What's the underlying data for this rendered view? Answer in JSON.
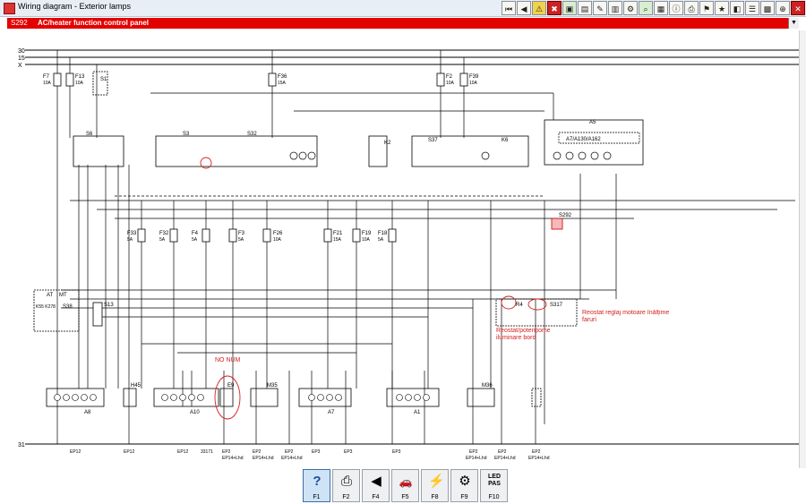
{
  "window": {
    "title": "Wiring diagram - Exterior lamps"
  },
  "selector": {
    "code": "S292",
    "description": "AC/heater function control panel"
  },
  "diagram": {
    "rails": [
      "30",
      "15",
      "X"
    ],
    "ground": "31",
    "fuses": [
      {
        "id": "F7",
        "rating": "10A"
      },
      {
        "id": "F13",
        "rating": "10A"
      },
      {
        "id": "F36",
        "rating": "15A"
      },
      {
        "id": "F2",
        "rating": "10A"
      },
      {
        "id": "F39",
        "rating": "10A"
      },
      {
        "id": "F33",
        "rating": "5A"
      },
      {
        "id": "F32",
        "rating": "5A"
      },
      {
        "id": "F4",
        "rating": "5A"
      },
      {
        "id": "F3",
        "rating": "5A"
      },
      {
        "id": "F26",
        "rating": "10A"
      },
      {
        "id": "F21",
        "rating": "15A"
      },
      {
        "id": "F19",
        "rating": "10A"
      },
      {
        "id": "F18",
        "rating": "5A"
      }
    ],
    "components": [
      "S1",
      "S6",
      "S3",
      "S32",
      "K2",
      "S37",
      "K6",
      "A5",
      "A7/A130/A162",
      "S292",
      "S13",
      "K55 K278",
      "S38",
      "AT",
      "MT",
      "R4",
      "S317",
      "A8",
      "H45",
      "A10",
      "E9",
      "M35",
      "A7",
      "A1",
      "M36"
    ],
    "ground_points": [
      "EP12",
      "EP12",
      "EP12",
      "33171",
      "EP2",
      "EP2",
      "EP2",
      "EP3",
      "EP3",
      "EP3",
      "EP2",
      "EP2",
      "EP2"
    ],
    "ground_sub": "EP14+Lhd",
    "annotations": {
      "no_num": "NO NUM",
      "reostat_motoare": "Reostat reglaj motoare înălțime faruri",
      "reostat_bord": "Reostat/potențiometru iluminare bord"
    }
  },
  "fkeys": [
    {
      "key": "F1",
      "icon": "?"
    },
    {
      "key": "F2",
      "icon": "⎙"
    },
    {
      "key": "F4",
      "icon": "◀"
    },
    {
      "key": "F5",
      "icon": "🚗"
    },
    {
      "key": "F8",
      "icon": "⚡"
    },
    {
      "key": "F9",
      "icon": "⚙"
    },
    {
      "key": "F10",
      "icon": "LED"
    }
  ],
  "fkeys_extra": {
    "led_line2": "PAS"
  },
  "colors": {
    "selector_bg": "#e20000",
    "annotation": "#d42020"
  }
}
